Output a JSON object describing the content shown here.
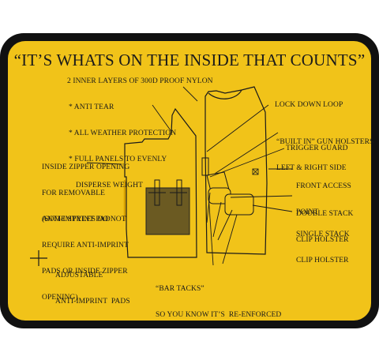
{
  "title": "“IT’S WHATS ON THE INSIDE THAT COUNTS”",
  "nylon_heading": "2 INNER LAYERS OF 300D PROOF NYLON",
  "nylon_features": [
    "* ANTI TEAR",
    "* ALL WEATHER PROTECTION",
    "* FULL PANELS TO EVENLY",
    "DISPERSE WEIGHT"
  ],
  "labels": {
    "lock_down_loop": "LOCK DOWN LOOP",
    "built_in_holsters": [
      "“BUILT IN” GUN HOLSTERS",
      "LEFT & RIGHT SIDE"
    ],
    "trigger_guard": "TRIGGER GUARD",
    "front_access": [
      "FRONT ACCESS",
      "POINT"
    ],
    "double_stack": [
      "DOUBLE STACK",
      "CLIP HOLSTER"
    ],
    "single_stack": [
      "SINGLE STACK",
      "CLIP HOLSTER"
    ],
    "inside_zipper": [
      "INSIDE ZIPPER OPENING",
      "FOR REMOVABLE",
      "ANTI-IMPRINT PAD"
    ],
    "some_styles": [
      "(SOME STYLES DO NOT",
      "REQUIRE ANTI-IMPRINT",
      "PADS OR INSIDE ZIPPER",
      "OPENING)"
    ],
    "adjustable_pads": [
      "ADJUSTABLE",
      "ANTI-IMPRINT  PADS"
    ],
    "bar_tacks": [
      "“BAR TACKS”",
      "SO YOU KNOW IT’S  RE-ENFORCED"
    ]
  },
  "colors": {
    "background": "#F1C319",
    "border": "#111111",
    "pad": "#6B5A22",
    "ink": "#1a1a1a"
  },
  "icons": [
    "plus-cross-icon",
    "front-access-x-icon"
  ]
}
